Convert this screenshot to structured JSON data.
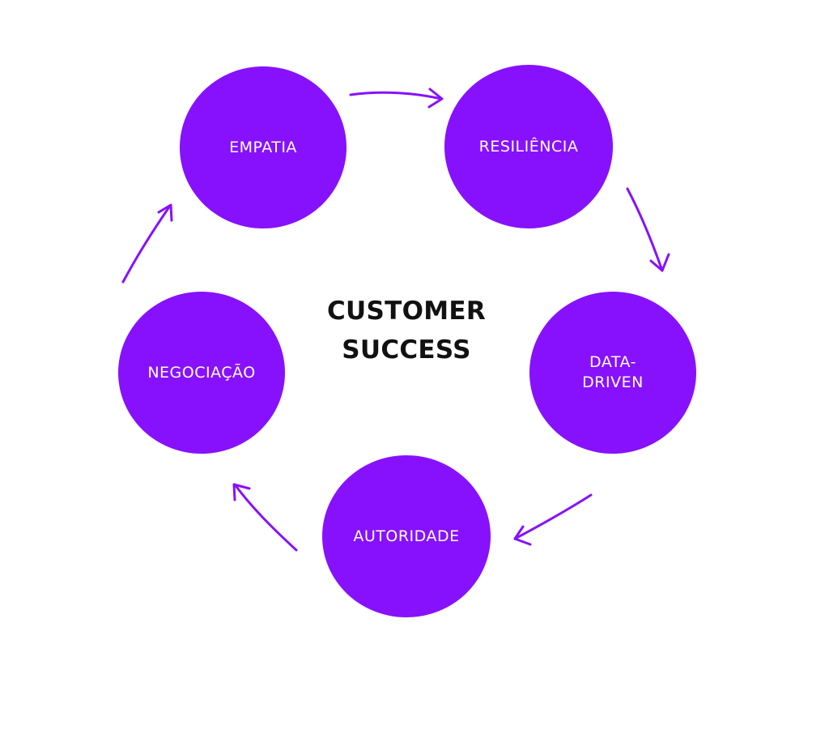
{
  "diagram": {
    "center": {
      "line1": "CUSTOMER",
      "line2": "SUCCESS"
    },
    "nodes": [
      {
        "id": "empatia",
        "lines": [
          "EMPATIA"
        ]
      },
      {
        "id": "resiliencia",
        "lines": [
          "RESILIÊNCIA"
        ]
      },
      {
        "id": "datadriven",
        "lines": [
          "DATA-",
          "DRIVEN"
        ]
      },
      {
        "id": "autoridade",
        "lines": [
          "AUTORIDADE"
        ]
      },
      {
        "id": "negociacao",
        "lines": [
          "NEGOCIAÇÃO"
        ]
      }
    ],
    "colors": {
      "node_fill": "#8711fd",
      "node_text": "#ffffff",
      "center_text": "#111111",
      "arrow": "#8711fd"
    },
    "flow": [
      {
        "from": "empatia",
        "to": "resiliencia"
      },
      {
        "from": "resiliencia",
        "to": "datadriven"
      },
      {
        "from": "datadriven",
        "to": "autoridade"
      },
      {
        "from": "autoridade",
        "to": "negociacao"
      },
      {
        "from": "negociacao",
        "to": "empatia"
      }
    ]
  }
}
